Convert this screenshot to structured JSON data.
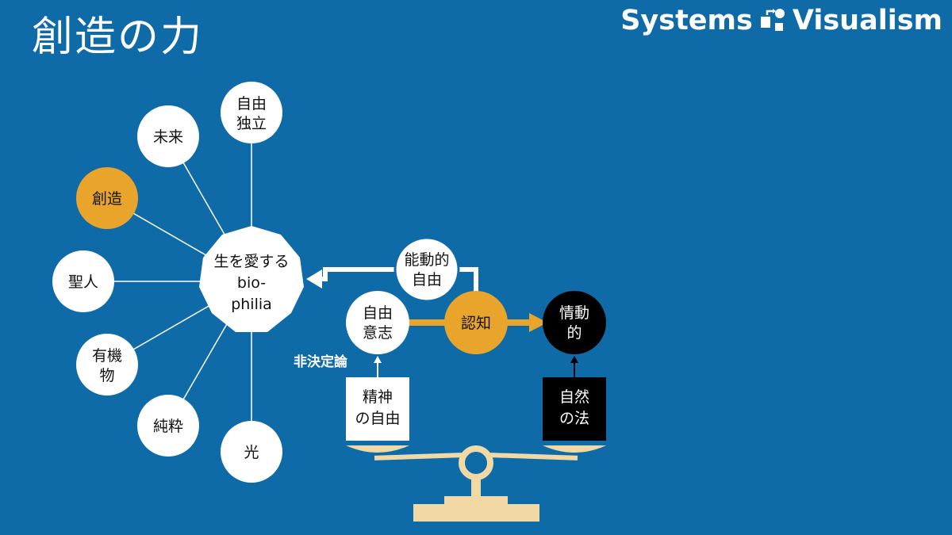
{
  "header": {
    "title": "創造の力",
    "brand_left": "Systems",
    "brand_right": "Visualism"
  },
  "center": {
    "lines": [
      "生を愛する",
      "bio-",
      "philia"
    ]
  },
  "spokes": [
    {
      "id": "jiyu-dokuritsu",
      "lines": [
        "自由",
        "独立"
      ],
      "highlight": false
    },
    {
      "id": "mirai",
      "lines": [
        "未来"
      ],
      "highlight": false
    },
    {
      "id": "souzou",
      "lines": [
        "創造"
      ],
      "highlight": true
    },
    {
      "id": "seijin",
      "lines": [
        "聖人"
      ],
      "highlight": false
    },
    {
      "id": "yuukibutsu",
      "lines": [
        "有機",
        "物"
      ],
      "highlight": false
    },
    {
      "id": "junsui",
      "lines": [
        "純粋"
      ],
      "highlight": false
    },
    {
      "id": "hikari",
      "lines": [
        "光"
      ],
      "highlight": false
    }
  ],
  "flow": {
    "noudouteki": [
      "能動的",
      "自由"
    ],
    "jiyu_ishi": [
      "自由",
      "意志"
    ],
    "ninchi": [
      "認知"
    ],
    "joudouteki": [
      "情動",
      "的"
    ],
    "hikettei_label": "非決定論"
  },
  "scale": {
    "left_box": [
      "精神",
      "の自由"
    ],
    "right_box": [
      "自然",
      "の法"
    ]
  },
  "colors": {
    "background": "#0f6aa8",
    "highlight": "#e9a52b",
    "node": "#ffffff",
    "dark_node": "#000000",
    "scale": "#f1d9a6"
  }
}
